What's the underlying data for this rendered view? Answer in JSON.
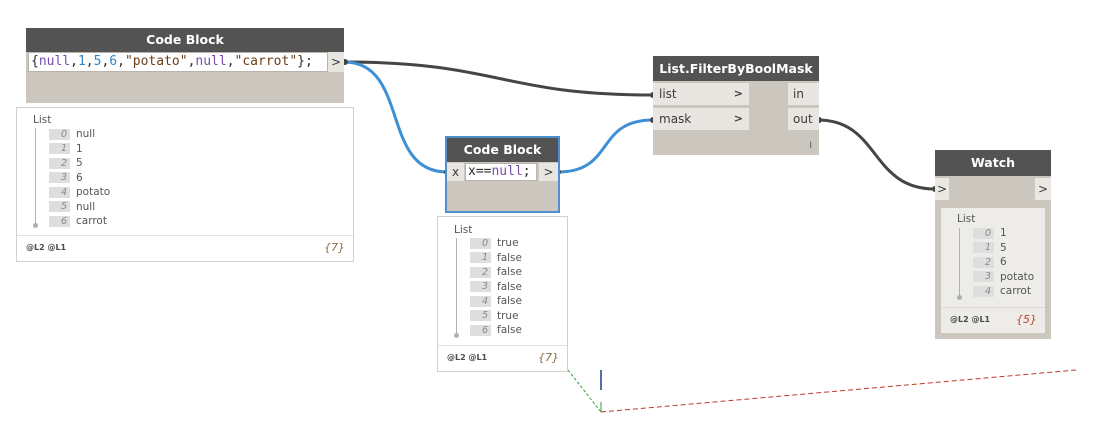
{
  "nodes": {
    "code_block_1": {
      "title": "Code Block",
      "code": {
        "open": "{",
        "t1": "null",
        "c1": ",",
        "t2": "1",
        "c2": ",",
        "t3": "5",
        "c3": ",",
        "t4": "6",
        "c4": ",",
        "t5": "\"potato\"",
        "c5": ",",
        "t6": "null",
        "c6": ",",
        "t7": "\"carrot\"",
        "close": "};"
      },
      "output_port": ">",
      "preview": {
        "title": "List",
        "items": [
          {
            "index": "0",
            "value": "null"
          },
          {
            "index": "1",
            "value": "1"
          },
          {
            "index": "2",
            "value": "5"
          },
          {
            "index": "3",
            "value": "6"
          },
          {
            "index": "4",
            "value": "potato"
          },
          {
            "index": "5",
            "value": "null"
          },
          {
            "index": "6",
            "value": "carrot"
          }
        ],
        "levels": "@L2 @L1",
        "count": "{7}"
      }
    },
    "code_block_2": {
      "title": "Code Block",
      "input_port": "x",
      "code": {
        "t1": "x==",
        "t2": "null",
        "t3": ";"
      },
      "output_port": ">",
      "preview": {
        "title": "List",
        "items": [
          {
            "index": "0",
            "value": "true"
          },
          {
            "index": "1",
            "value": "false"
          },
          {
            "index": "2",
            "value": "false"
          },
          {
            "index": "3",
            "value": "false"
          },
          {
            "index": "4",
            "value": "false"
          },
          {
            "index": "5",
            "value": "true"
          },
          {
            "index": "6",
            "value": "false"
          }
        ],
        "levels": "@L2 @L1",
        "count": "{7}"
      }
    },
    "filter": {
      "title": "List.FilterByBoolMask",
      "inputs": [
        {
          "label": "list",
          "arrow": ">"
        },
        {
          "label": "mask",
          "arrow": ">"
        }
      ],
      "outputs": [
        {
          "label": "in"
        },
        {
          "label": "out"
        }
      ],
      "lacing": "I"
    },
    "watch": {
      "title": "Watch",
      "input_port": ">",
      "output_port": ">",
      "preview": {
        "title": "List",
        "items": [
          {
            "index": "0",
            "value": "1"
          },
          {
            "index": "1",
            "value": "5"
          },
          {
            "index": "2",
            "value": "6"
          },
          {
            "index": "3",
            "value": "potato"
          },
          {
            "index": "4",
            "value": "carrot"
          }
        ],
        "levels": "@L2 @L1",
        "count": "{5}"
      }
    }
  },
  "colors": {
    "header": "#535353",
    "node_body": "#cbc6be",
    "wire_dark": "#454545",
    "wire_selected": "#3d8fd6",
    "selection_outline": "#4d90d0",
    "marquee": "#c0392b"
  }
}
